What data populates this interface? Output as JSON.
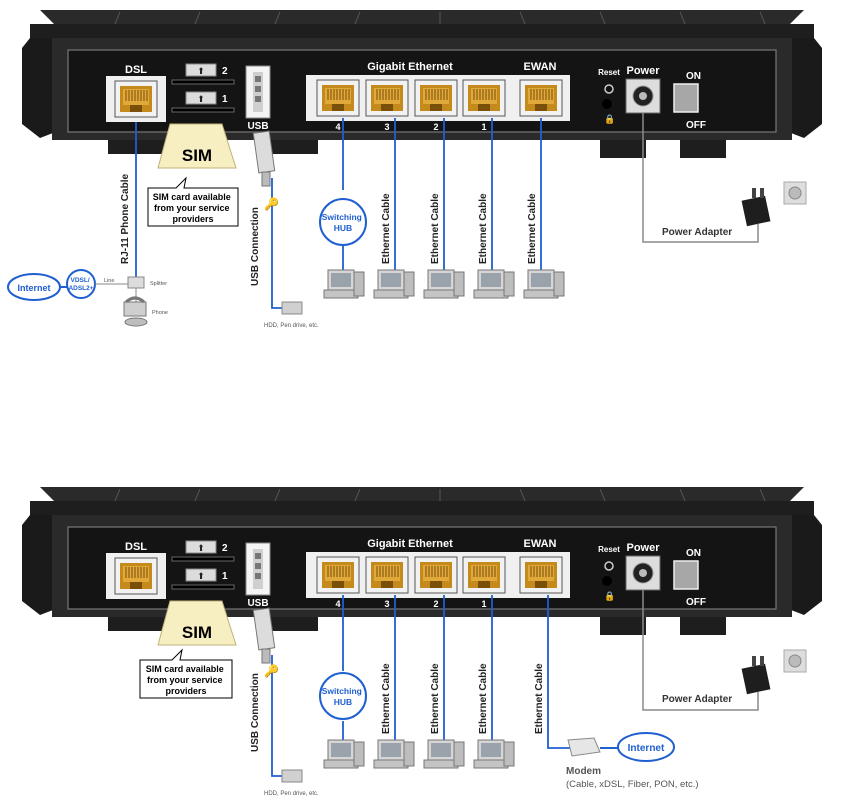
{
  "colors": {
    "cable_blue": "#1f5fd0",
    "gray_line": "#8a8a8a",
    "router_black": "#1e1e1e",
    "panel_dark": "#141414",
    "sim_yellow": "#f7eec1"
  },
  "diagrams": [
    {
      "ports": {
        "dsl": "DSL",
        "gigabit": "Gigabit Ethernet",
        "ewan": "EWAN",
        "reset": "Reset",
        "power": "Power",
        "on": "ON",
        "off": "OFF",
        "usb": "USB",
        "sim_slot_2": "2",
        "sim_slot_1": "1",
        "lan4": "4",
        "lan3": "3",
        "lan2": "2",
        "lan1": "1"
      },
      "sim_label": "SIM",
      "sim_callout": [
        "SIM card available",
        "from your service",
        "providers"
      ],
      "cables": {
        "phone": "RJ-11 Phone Cable",
        "usb": "USB Connection",
        "ethernet": "Ethernet Cable"
      },
      "power_adapter": "Power Adapter",
      "switching_hub": [
        "Switching",
        "HUB"
      ],
      "internet": "Internet",
      "vdsl": [
        "VDSL/",
        "ADSL2+"
      ],
      "line": "Line",
      "splitter": "Splitter",
      "phone": "Phone",
      "hdd": "HDD, Pen drive, etc."
    },
    {
      "ports": {
        "dsl": "DSL",
        "gigabit": "Gigabit Ethernet",
        "ewan": "EWAN",
        "reset": "Reset",
        "power": "Power",
        "on": "ON",
        "off": "OFF",
        "usb": "USB",
        "sim_slot_2": "2",
        "sim_slot_1": "1",
        "lan4": "4",
        "lan3": "3",
        "lan2": "2",
        "lan1": "1"
      },
      "sim_label": "SIM",
      "sim_callout": [
        "SIM card available",
        "from your service",
        "providers"
      ],
      "cables": {
        "usb": "USB Connection",
        "ethernet": "Ethernet Cable"
      },
      "power_adapter": "Power Adapter",
      "switching_hub": [
        "Switching",
        "HUB"
      ],
      "internet": "Internet",
      "modem": "Modem",
      "modem_types": "(Cable, xDSL, Fiber, PON, etc.)",
      "hdd": "HDD, Pen drive, etc."
    }
  ]
}
